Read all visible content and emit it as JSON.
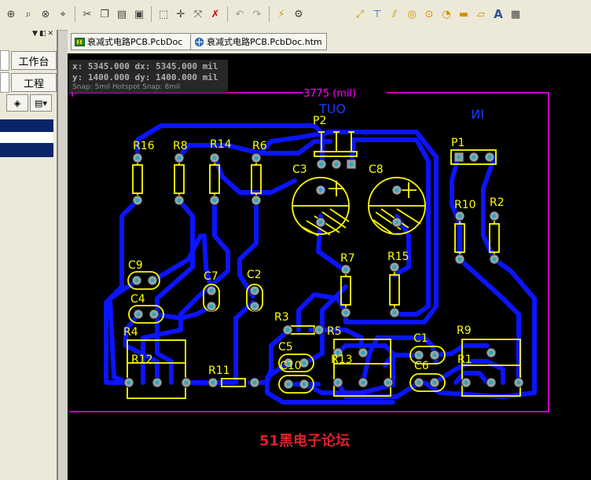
{
  "tabs": [
    {
      "label": "衰减式电路PCB.PcbDoc",
      "icon": "pcb-doc-icon"
    },
    {
      "label": "衰减式电路PCB.PcbDoc.htm",
      "icon": "html-doc-icon"
    }
  ],
  "left_panel": {
    "workbench_label": "工作台",
    "project_label": "工程"
  },
  "coords": {
    "line1": "x:  5345.000   dx:  5345.000  mil",
    "line2": "y:  1400.000   dy:  1400.000  mil",
    "snap": "Snap: 5mil Hotspot Snap: 8mil"
  },
  "board": {
    "dimension_label": "3775 (mil)",
    "mirrored_labels": [
      "OUT",
      "IN"
    ],
    "components": {
      "R16": "R16",
      "R8": "R8",
      "R14": "R14",
      "R6": "R6",
      "P2": "P2",
      "C3": "C3",
      "C8": "C8",
      "P1": "P1",
      "R10": "R10",
      "R2": "R2",
      "R7": "R7",
      "R15": "R15",
      "C9": "C9",
      "C4": "C4",
      "C7": "C7",
      "C2": "C2",
      "R3": "R3",
      "R5": "R5",
      "R4": "R4",
      "R12": "R12",
      "R11": "R11",
      "C5": "C5",
      "C10": "C10",
      "R13": "R13",
      "C1": "C1",
      "C6": "C6",
      "R9": "R9",
      "R1": "R1"
    }
  },
  "forum_label": "51黑电子论坛",
  "colors": {
    "background": "#000000",
    "trace": "#0b14ff",
    "silkscreen": "#ffff00",
    "outline": "#ff00ff",
    "pad": "#9aa0a8",
    "forum_text": "#e0202a"
  }
}
